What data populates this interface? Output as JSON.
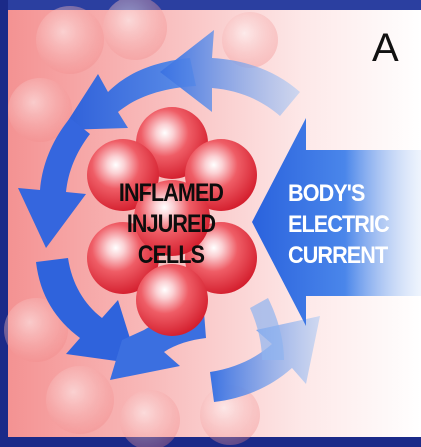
{
  "panel_letter": "A",
  "cells_label": [
    "INFLAMED",
    "INJURED",
    "CELLS"
  ],
  "current_label": [
    "BODY'S",
    "ELECTRIC",
    "CURRENT"
  ],
  "colors": {
    "cell_red": "#e8323f",
    "cell_highlight": "#ffffff",
    "arrow_blue": "#2f6fe0",
    "background_pink": "#f6a7a7",
    "border_dark_blue": "#1b2a88"
  }
}
